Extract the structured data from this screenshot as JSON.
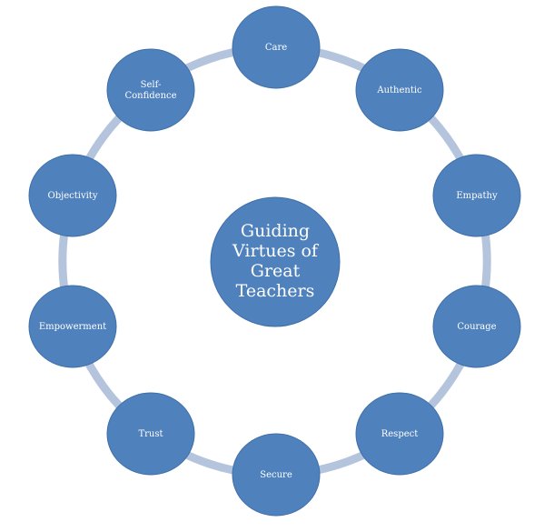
{
  "diagram": {
    "center": {
      "lines": [
        "Guiding",
        "Virtues of",
        "Great",
        "Teachers"
      ]
    },
    "nodes": [
      {
        "id": "care",
        "lines": [
          "Care"
        ]
      },
      {
        "id": "authentic",
        "lines": [
          "Authentic"
        ]
      },
      {
        "id": "empathy",
        "lines": [
          "Empathy"
        ]
      },
      {
        "id": "courage",
        "lines": [
          "Courage"
        ]
      },
      {
        "id": "respect",
        "lines": [
          "Respect"
        ]
      },
      {
        "id": "secure",
        "lines": [
          "Secure"
        ]
      },
      {
        "id": "trust",
        "lines": [
          "Trust"
        ]
      },
      {
        "id": "empowerment",
        "lines": [
          "Empowerment"
        ]
      },
      {
        "id": "objectivity",
        "lines": [
          "Objectivity"
        ]
      },
      {
        "id": "self-confidence",
        "lines": [
          "Self-",
          "Confidence"
        ]
      }
    ],
    "colors": {
      "node_fill": "#4f81bd",
      "ring": "#b4c4dd",
      "text": "#ffffff"
    }
  }
}
